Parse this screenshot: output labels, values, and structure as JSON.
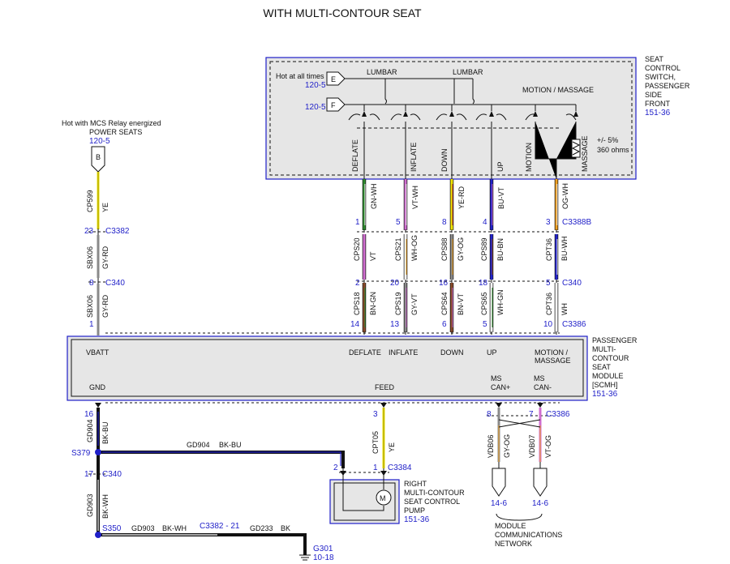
{
  "title": "WITH MULTI-CONTOUR SEAT",
  "colors": {
    "ye": "#f2e600",
    "gy": "#8a8a8a",
    "rd": "#b5372f",
    "gn": "#2e8b2e",
    "vt": "#d06ed0",
    "og": "#f0a020",
    "bu": "#2222cc",
    "wh": "#ffffff",
    "bk": "#111111",
    "bn": "#8a4b2a",
    "accent": "#1f1fc8"
  },
  "power": {
    "label1": "Hot with MCS Relay energized",
    "label2": "POWER SEATS",
    "ref": "120-5",
    "terminal": "B"
  },
  "switch": {
    "name1": "SEAT",
    "name2": "CONTROL",
    "name3": "SWITCH,",
    "name4": "PASSENGER",
    "name5": "SIDE",
    "name6": "FRONT",
    "ref": "151-36",
    "hot": "Hot at all times",
    "hot_ref_e": "120-5",
    "hot_ref_f": "120-5",
    "term_e": "E",
    "term_f": "F",
    "lumbar1": "LUMBAR",
    "lumbar2": "LUMBAR",
    "motion_massage": "MOTION / MASSAGE",
    "tolerance": "+/- 5%",
    "resistance": "360 ohms",
    "labels": {
      "deflate": "DEFLATE",
      "inflate": "INFLATE",
      "down": "DOWN",
      "up": "UP",
      "motion": "MOTION",
      "massage": "MASSAGE"
    }
  },
  "circuits_top": {
    "c1": {
      "code": "",
      "color": "GN-WH",
      "pin": "1"
    },
    "c2": {
      "code": "",
      "color": "VT-WH",
      "pin": "5"
    },
    "c3": {
      "code": "",
      "color": "YE-RD",
      "pin": "8"
    },
    "c4": {
      "code": "",
      "color": "BU-VT",
      "pin": "4"
    },
    "c5": {
      "code": "",
      "color": "OG-WH",
      "pin": "3"
    },
    "connector": "C3388B"
  },
  "circuits_mid": {
    "c1": {
      "code": "CPS20",
      "color": "VT",
      "pin": "2"
    },
    "c2": {
      "code": "CPS21",
      "color": "WH-OG",
      "pin": "20"
    },
    "c3": {
      "code": "CPS88",
      "color": "GY-OG",
      "pin": "16"
    },
    "c4": {
      "code": "CPS89",
      "color": "BU-BN",
      "pin": "18"
    },
    "c5": {
      "code": "CPT36",
      "color": "BU-WH",
      "pin": "5"
    },
    "connector": "C340"
  },
  "circuits_low": {
    "c1": {
      "code": "CPS18",
      "color": "BN-GN",
      "pin": "14"
    },
    "c2": {
      "code": "CPS19",
      "color": "GY-VT",
      "pin": "13"
    },
    "c3": {
      "code": "CPS64",
      "color": "BN-VT",
      "pin": "6"
    },
    "c4": {
      "code": "CPS65",
      "color": "WH-GN",
      "pin": "5"
    },
    "c5": {
      "code": "CPT36",
      "color": "WH",
      "pin": "10"
    },
    "connector": "C3386"
  },
  "left_feed": {
    "w1": {
      "code": "CP599",
      "color": "YE",
      "pin": "23",
      "connector": "C3382"
    },
    "w2": {
      "code": "SBX06",
      "color": "GY-RD",
      "pin": "8",
      "connector": "C340"
    },
    "w3": {
      "code": "SBX06",
      "color": "GY-RD",
      "pin": "1"
    }
  },
  "module": {
    "name1": "PASSENGER",
    "name2": "MULTI-",
    "name3": "CONTOUR",
    "name4": "SEAT",
    "name5": "MODULE",
    "name6": "[SCMH]",
    "ref": "151-36",
    "vbatt": "VBATT",
    "deflate": "DEFLATE",
    "inflate": "INFLATE",
    "down": "DOWN",
    "up": "UP",
    "motion1": "MOTION /",
    "motion2": "MASSAGE",
    "gnd": "GND",
    "feed": "FEED",
    "ms1": "MS",
    "canplus": "CAN+",
    "ms2": "MS",
    "canminus": "CAN-"
  },
  "ground": {
    "pin16": "16",
    "w1_code": "GD904",
    "w1_color": "BK-BU",
    "splice1": "S379",
    "h_code": "GD904",
    "h_color": "BK-BU",
    "pin17": "17",
    "conn17": "C340",
    "w2_code": "GD903",
    "w2_color": "BK-WH",
    "splice2": "S350",
    "b_code": "GD903",
    "b_color": "BK-WH",
    "conn21": "C3382 - 21",
    "b2_code": "GD233",
    "b2_color": "BK",
    "g_name": "G301",
    "g_ref": "10-18"
  },
  "pump": {
    "pin3": "3",
    "code": "CPT05",
    "color": "YE",
    "pin1": "1",
    "conn": "C3384",
    "pin2": "2",
    "name1": "RIGHT",
    "name2": "MULTI-CONTOUR",
    "name3": "SEAT CONTROL",
    "name4": "PUMP",
    "ref": "151-36",
    "motor": "M"
  },
  "can": {
    "pin8": "8",
    "pin7": "7",
    "conn": "C3386",
    "w1_code": "VDB06",
    "w1_color": "GY-OG",
    "w2_code": "VDB07",
    "w2_color": "VT-OG",
    "ref1": "14-6",
    "ref2": "14-6",
    "net1": "MODULE",
    "net2": "COMMUNICATIONS",
    "net3": "NETWORK"
  }
}
